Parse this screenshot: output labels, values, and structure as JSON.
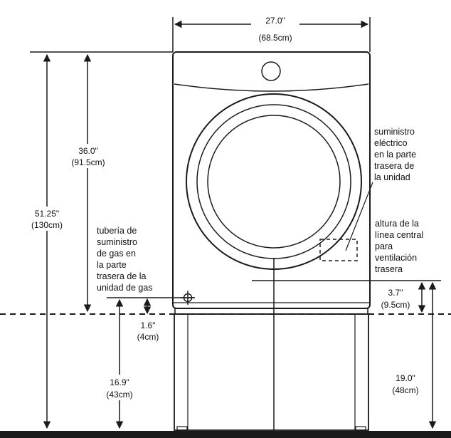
{
  "colors": {
    "line": "#1a1a1a",
    "background": "#ffffff",
    "floor": "#1a1a1a"
  },
  "dimensions": {
    "width": {
      "imperial": "27.0\"",
      "metric": "(68.5cm)"
    },
    "door_height": {
      "imperial": "36.0\"",
      "metric": "(91.5cm)"
    },
    "total_height": {
      "imperial": "51.25\"",
      "metric": "(130cm)"
    },
    "gas_offset": {
      "imperial": "1.6\"",
      "metric": "(4cm)"
    },
    "gas_height": {
      "imperial": "16.9\"",
      "metric": "(43cm)"
    },
    "vent_offset": {
      "imperial": "3.7\"",
      "metric": "(9.5cm)"
    },
    "vent_height": {
      "imperial": "19.0\"",
      "metric": "(48cm)"
    }
  },
  "notes": {
    "electric": [
      "suministro",
      "eléctrico",
      "en la parte",
      "trasera de",
      "la unidad"
    ],
    "vent": [
      "altura de la",
      "línea central",
      "para",
      "ventilación",
      "trasera"
    ],
    "gas": [
      "tubería de",
      "suministro",
      "de gas en",
      "la parte",
      "trasera de la",
      "unidad de gas"
    ]
  }
}
